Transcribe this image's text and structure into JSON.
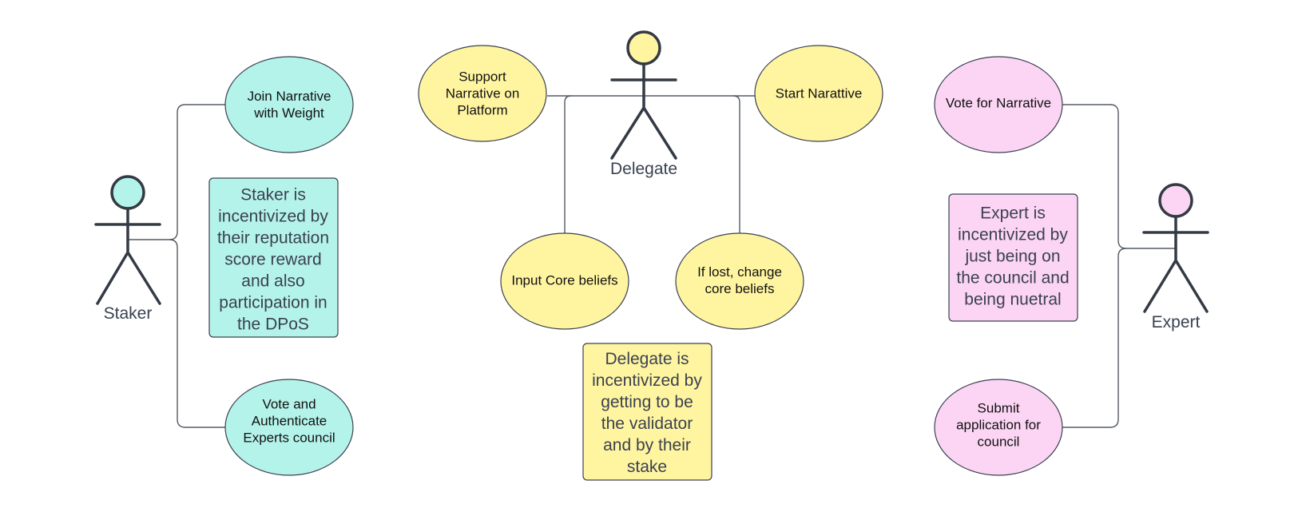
{
  "colors": {
    "staker": "#b4f3ea",
    "delegate": "#fff5a1",
    "expert": "#fcd5f4",
    "line": "#555b63",
    "text_dark": "#3a4150"
  },
  "actors": {
    "staker": "Staker",
    "delegate": "Delegate",
    "expert": "Expert"
  },
  "use_cases": {
    "join_narrative": [
      "Join Narrative",
      "with Weight"
    ],
    "vote_authenticate": [
      "Vote and",
      "Authenticate",
      "Experts council"
    ],
    "support_narrative": [
      "Support",
      "Narrative on",
      "Platform"
    ],
    "start_narrative": [
      "Start Narattive"
    ],
    "input_core_beliefs": [
      "Input Core beliefs"
    ],
    "change_core_beliefs": [
      "If lost, change",
      "core beliefs"
    ],
    "vote_for_narrative": [
      "Vote for Narrative"
    ],
    "submit_application": [
      "Submit",
      "application for",
      "council"
    ]
  },
  "notes": {
    "staker": [
      "Staker is",
      "incentivized by",
      "their reputation",
      "score reward",
      "and also",
      "participation in",
      "the DPoS"
    ],
    "delegate": [
      "Delegate is",
      "incentivized by",
      "getting to be",
      "the validator",
      "and by their",
      "stake"
    ],
    "expert": [
      "Expert is",
      "incentivized by",
      "just being on",
      "the council and",
      "being nuetral"
    ]
  }
}
